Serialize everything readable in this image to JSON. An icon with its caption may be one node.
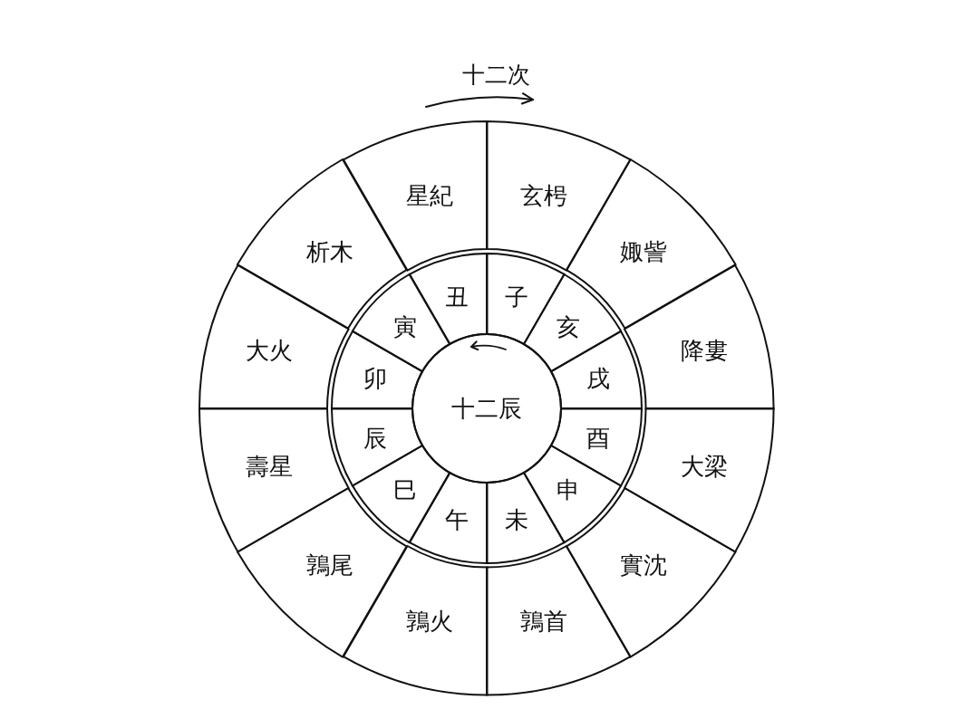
{
  "diagram": {
    "nodes": [
      {
        "text": [
          "星紀"
        ]
      },
      {
        "text": [
          "玄枵"
        ]
      },
      {
        "text": [
          "娵訾"
        ]
      },
      {
        "text": [
          "降婁"
        ]
      },
      {
        "text": [
          "大梁"
        ]
      },
      {
        "text": [
          "實沈"
        ]
      },
      {
        "text": [
          "鶉首"
        ]
      },
      {
        "text": [
          "鶉火"
        ]
      },
      {
        "text": [
          "鶉尾"
        ]
      },
      {
        "text": [
          "壽星"
        ]
      },
      {
        "text": [
          "大火"
        ]
      },
      {
        "text": [
          "析木"
        ]
      },
      {
        "text": [
          "子"
        ]
      },
      {
        "text": [
          "丑"
        ]
      },
      {
        "text": [
          "寅"
        ]
      },
      {
        "text": [
          "卯"
        ]
      },
      {
        "text": [
          "辰"
        ]
      },
      {
        "text": [
          "巳"
        ]
      },
      {
        "text": [
          "午"
        ]
      },
      {
        "text": [
          "未"
        ]
      },
      {
        "text": [
          "申"
        ]
      },
      {
        "text": [
          "酉"
        ]
      },
      {
        "text": [
          "戌"
        ]
      },
      {
        "text": [
          "亥"
        ]
      },
      {
        "text": [
          "十二辰"
        ]
      }
    ],
    "labels": [
      "十二次"
    ]
  }
}
